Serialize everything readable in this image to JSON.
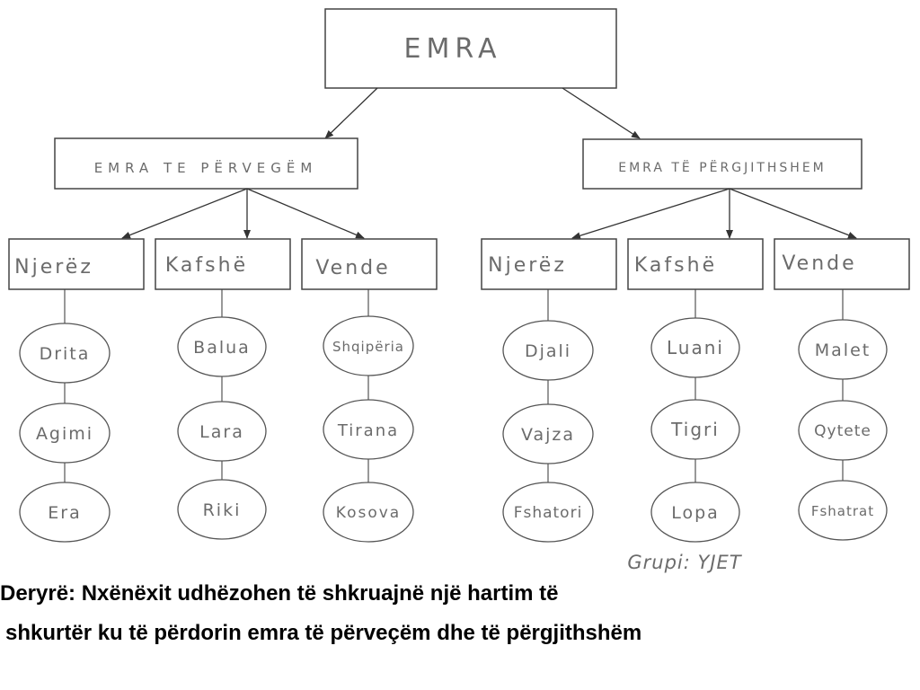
{
  "root": {
    "label": "EMRA"
  },
  "branches": [
    {
      "label": "EMRA TE PËRVEGËM",
      "categories": [
        {
          "label": "Njerëz",
          "items": [
            "Drita",
            "Agimi",
            "Era"
          ]
        },
        {
          "label": "Kafshë",
          "items": [
            "Balua",
            "Lara",
            "Riki"
          ]
        },
        {
          "label": "Vende",
          "items": [
            "Shqipëria",
            "Tirana",
            "Kosova"
          ]
        }
      ]
    },
    {
      "label": "EMRA TË PËRGJITHSHEM",
      "categories": [
        {
          "label": "Njerëz",
          "items": [
            "Djali",
            "Vajza",
            "Fshatori"
          ]
        },
        {
          "label": "Kafshë",
          "items": [
            "Luani",
            "Tigri",
            "Lopa"
          ]
        },
        {
          "label": "Vende",
          "items": [
            "Malet",
            "Qytete",
            "Fshatrat"
          ]
        }
      ]
    }
  ],
  "signature": "Grupi: YJET",
  "task": {
    "line1": "Deryrë: Nxënëxit udhëzohen të shkruajnë një hartim të",
    "line2": "shkurtër ku të  përdorin emra të përveçëm  dhe  të përgjithshëm"
  }
}
